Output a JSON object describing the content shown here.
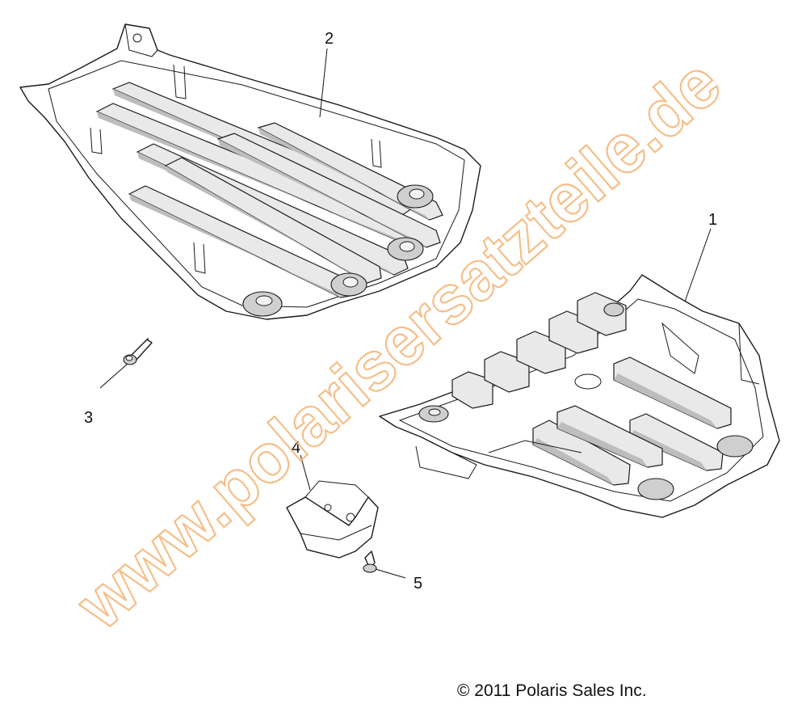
{
  "callouts": [
    {
      "id": "1",
      "label": "1"
    },
    {
      "id": "2",
      "label": "2"
    },
    {
      "id": "3",
      "label": "3"
    },
    {
      "id": "4",
      "label": "4"
    },
    {
      "id": "5",
      "label": "5"
    }
  ],
  "watermark": "www.polarisersatzteile.de",
  "copyright": "© 2011 Polaris Sales Inc.",
  "colors": {
    "line": "#1a1a1a",
    "watermark": "#f4b87c",
    "background": "#ffffff"
  }
}
